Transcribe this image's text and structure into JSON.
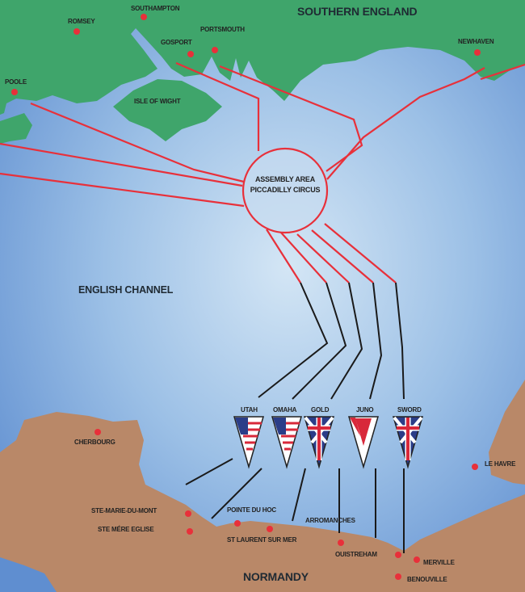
{
  "regions": {
    "england": "SOUTHERN ENGLAND",
    "channel": "ENGLISH CHANNEL",
    "normandy": "NORMANDY",
    "isle": "ISLE OF WIGHT"
  },
  "assembly": {
    "line1": "ASSEMBLY AREA",
    "line2": "PICCADILLY CIRCUS"
  },
  "beaches": [
    {
      "name": "UTAH",
      "flag": "usa"
    },
    {
      "name": "OMAHA",
      "flag": "usa"
    },
    {
      "name": "GOLD",
      "flag": "uk"
    },
    {
      "name": "JUNO",
      "flag": "canada"
    },
    {
      "name": "SWORD",
      "flag": "uk"
    }
  ],
  "towns": {
    "southampton": "SOUTHAMPTON",
    "romsey": "ROMSEY",
    "portsmouth": "PORTSMOUTH",
    "gosport": "GOSPORT",
    "newhaven": "NEWHAVEN",
    "poole": "POOLE",
    "cherbourg": "CHERBOURG",
    "le_havre": "LE HAVRE",
    "ste_marie": "STE-MARIE-DU-MONT",
    "ste_mere": "STE MÉRE EGLISE",
    "pointe": "POINTE DU HOC",
    "st_laurent": "ST LAURENT SUR MER",
    "arromanches": "ARROMANCHES",
    "ouistreham": "OUISTREHAM",
    "merville": "MERVILLE",
    "benouville": "BENOUVILLE"
  },
  "colors": {
    "sea": "#7fa9dc",
    "land_england": "#3fa56b",
    "land_france": "#b98868",
    "route": "#e8303a",
    "town": "#e8303a"
  }
}
